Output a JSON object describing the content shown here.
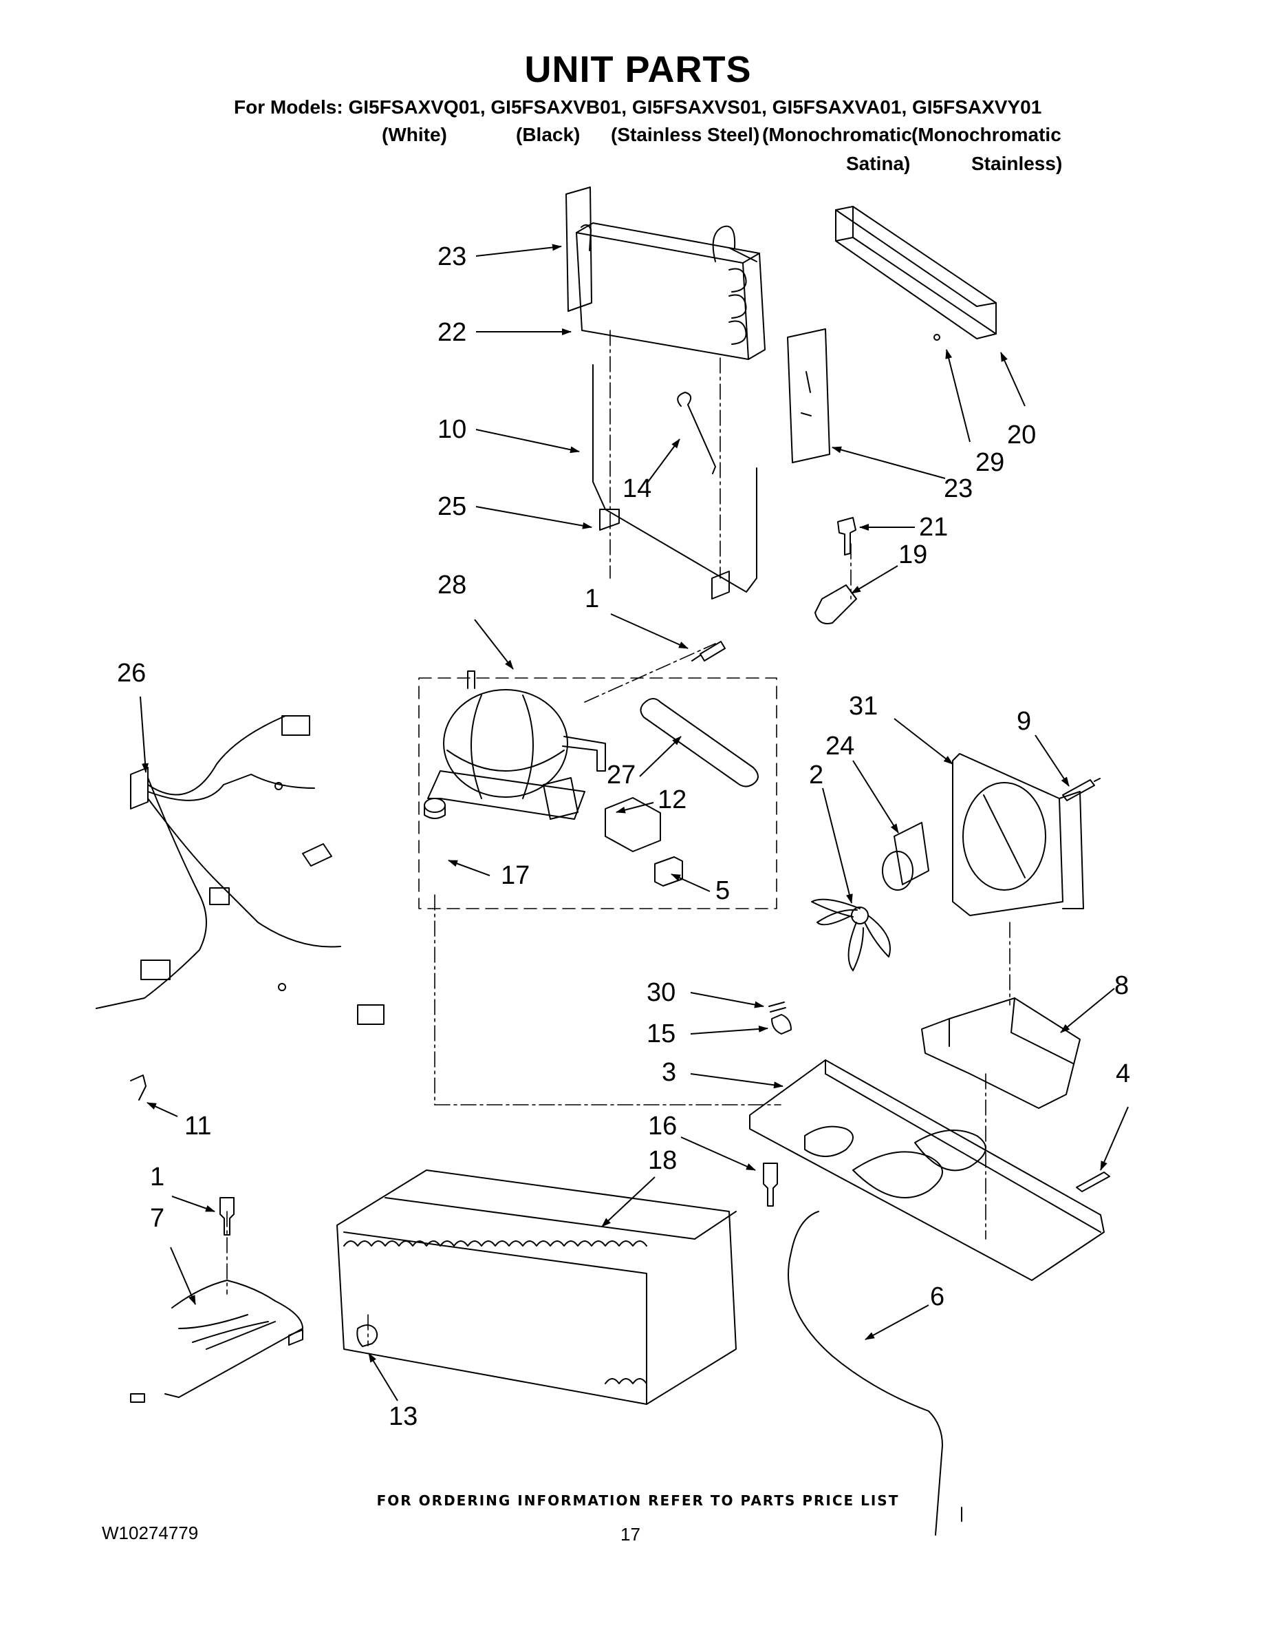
{
  "header": {
    "title": "UNIT PARTS",
    "models_line": "For Models: GI5FSAXVQ01, GI5FSAXVB01, GI5FSAXVS01, GI5FSAXVA01, GI5FSAXVY01",
    "colors": {
      "white": "(White)",
      "black": "(Black)",
      "stainless": "(Stainless Steel)",
      "mono1_line1": "(Monochromatic",
      "mono2_line1": "(Monochromatic",
      "mono1_line2": "Satina)",
      "mono2_line2": "Stainless)"
    }
  },
  "callouts": {
    "c23a": "23",
    "c22": "22",
    "c10": "10",
    "c14": "14",
    "c25": "25",
    "c20": "20",
    "c29": "29",
    "c23b": "23",
    "c21": "21",
    "c19": "19",
    "c28": "28",
    "c1a": "1",
    "c26": "26",
    "c27": "27",
    "c12": "12",
    "c17": "17",
    "c5": "5",
    "c31": "31",
    "c9": "9",
    "c24": "24",
    "c2": "2",
    "c30": "30",
    "c15": "15",
    "c8": "8",
    "c3": "3",
    "c4": "4",
    "c11": "11",
    "c16": "16",
    "c18": "18",
    "c1b": "1",
    "c7": "7",
    "c6": "6",
    "c13": "13"
  },
  "footer": {
    "ordering_note": "FOR ORDERING INFORMATION REFER TO PARTS PRICE LIST",
    "doc_number": "W10274779",
    "page_number": "17"
  }
}
